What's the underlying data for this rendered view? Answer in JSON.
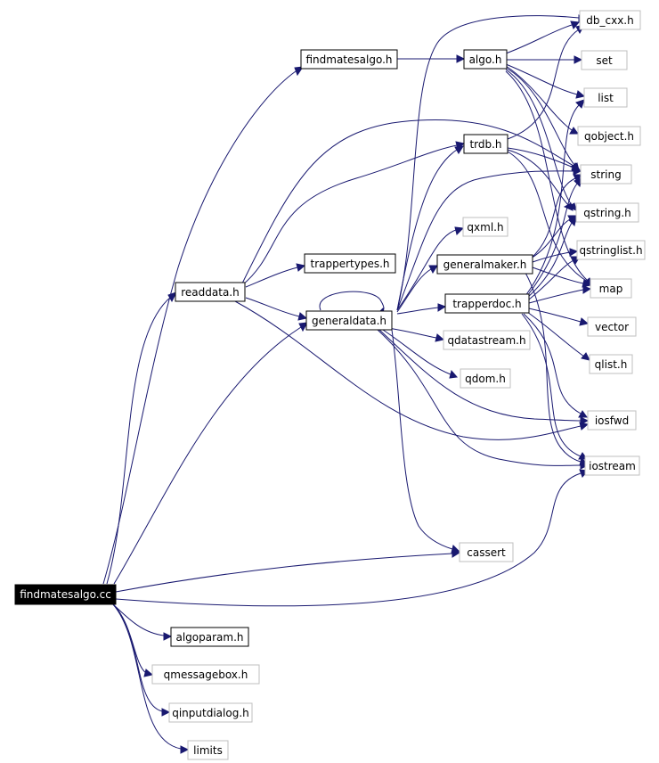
{
  "nodes": {
    "findmatesalgo_cc": "findmatesalgo.cc",
    "findmatesalgo_h": "findmatesalgo.h",
    "algo_h": "algo.h",
    "db_cxx_h": "db_cxx.h",
    "set": "set",
    "list": "list",
    "qobject_h": "qobject.h",
    "string": "string",
    "qstring_h": "qstring.h",
    "qstringlist_h": "qstringlist.h",
    "map": "map",
    "vector": "vector",
    "qlist_h": "qlist.h",
    "iosfwd": "iosfwd",
    "iostream": "iostream",
    "trdb_h": "trdb.h",
    "qxml_h": "qxml.h",
    "generalmaker_h": "generalmaker.h",
    "trapperdoc_h": "trapperdoc.h",
    "readdata_h": "readdata.h",
    "trappertypes_h": "trappertypes.h",
    "generaldata_h": "generaldata.h",
    "qdatastream_h": "qdatastream.h",
    "qdom_h": "qdom.h",
    "cassert": "cassert",
    "algoparam_h": "algoparam.h",
    "qmessagebox_h": "qmessagebox.h",
    "qinputdialog_h": "qinputdialog.h",
    "limits": "limits"
  },
  "colors": {
    "edge": "#191970",
    "project_node_border": "#000000",
    "external_node_border": "#bfbfbf",
    "root_fill": "#000000",
    "root_text": "#ffffff"
  }
}
